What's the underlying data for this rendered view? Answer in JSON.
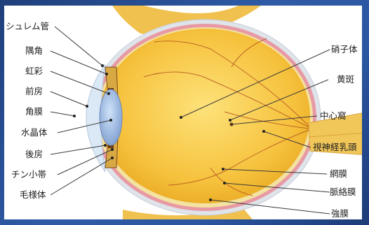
{
  "diagram": {
    "left_labels": [
      {
        "id": "schlemm",
        "text": "シュレム管"
      },
      {
        "id": "angle",
        "text": "隅角"
      },
      {
        "id": "iris",
        "text": "虹彩"
      },
      {
        "id": "anterior-chamber",
        "text": "前房"
      },
      {
        "id": "cornea",
        "text": "角膜"
      },
      {
        "id": "lens",
        "text": "水晶体"
      },
      {
        "id": "posterior-chamber",
        "text": "後房"
      },
      {
        "id": "zonule",
        "text": "チン小帯"
      },
      {
        "id": "ciliary-body",
        "text": "毛様体"
      }
    ],
    "right_labels": [
      {
        "id": "vitreous",
        "text": "硝子体"
      },
      {
        "id": "macula",
        "text": "黄斑"
      },
      {
        "id": "fovea",
        "text": "中心窩"
      },
      {
        "id": "optic-disc",
        "text": "視神経乳頭"
      },
      {
        "id": "retina",
        "text": "網膜"
      },
      {
        "id": "choroid",
        "text": "脈絡膜"
      },
      {
        "id": "sclera",
        "text": "強膜"
      }
    ]
  }
}
